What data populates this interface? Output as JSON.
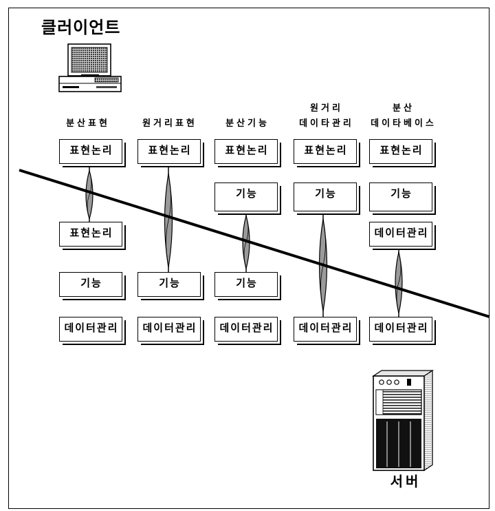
{
  "client": {
    "label": "클러이언트",
    "icon": "computer-icon"
  },
  "server": {
    "label": "서버",
    "icon": "server-icon"
  },
  "columns": [
    {
      "header": [
        "분산표현"
      ],
      "boxes": [
        "표현논리",
        "표현논리",
        "기능",
        "데이터관리"
      ]
    },
    {
      "header": [
        "원거리표현"
      ],
      "boxes": [
        "표현논리",
        "기능",
        "데이터관리"
      ]
    },
    {
      "header": [
        "분산기능"
      ],
      "boxes": [
        "표현논리",
        "기능",
        "기능",
        "데이터관리"
      ]
    },
    {
      "header": [
        "원거리",
        "데이타관리"
      ],
      "boxes": [
        "표현논리",
        "기능",
        "데이터관리"
      ]
    },
    {
      "header": [
        "분산",
        "데이타베이스"
      ],
      "boxes": [
        "표현논리",
        "기능",
        "데이터관리",
        "데이터관리"
      ]
    }
  ]
}
